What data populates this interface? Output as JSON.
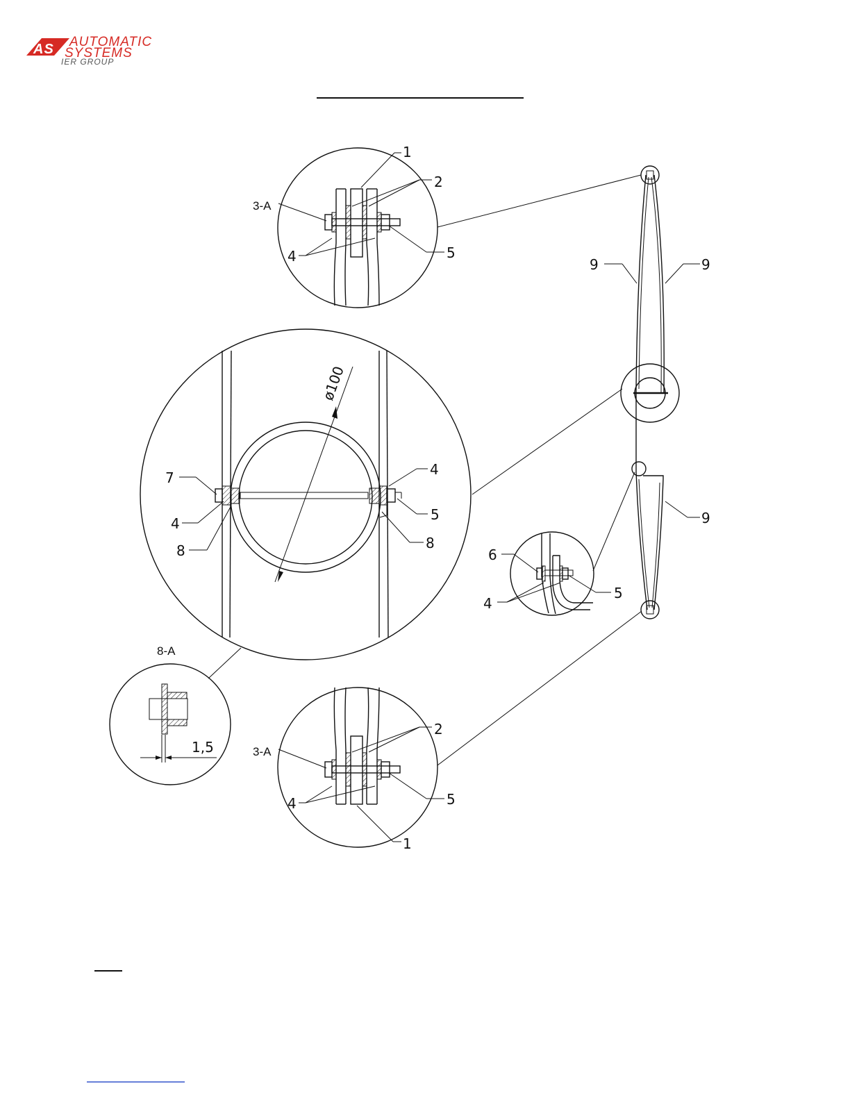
{
  "logo": {
    "mark": "AS",
    "line1": "AUTOMATIC",
    "line2": "SYSTEMS",
    "line3": "IER GROUP",
    "color": "#d62a24"
  },
  "labels": {
    "item1": "1",
    "item2": "2",
    "item3a": "3-A",
    "item4": "4",
    "item5": "5",
    "item6": "6",
    "item7": "7",
    "item8": "8",
    "item8a": "8-A",
    "item9": "9",
    "diameter": "ø100",
    "dimension": "1,5"
  }
}
